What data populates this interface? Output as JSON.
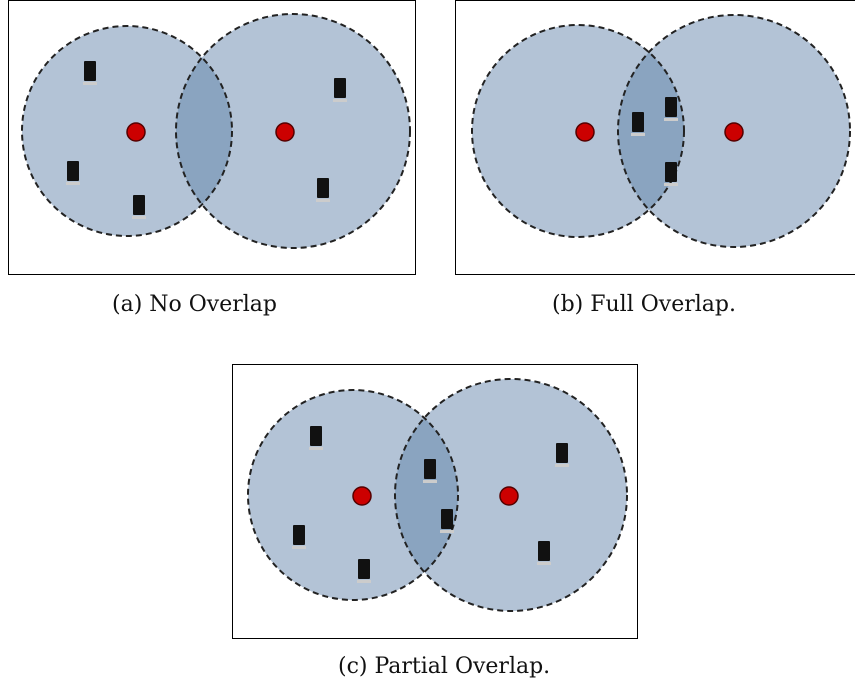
{
  "colors": {
    "circle_fill": "#b3c3d6",
    "overlap_fill": "#8aa4c0",
    "circle_stroke": "#222222",
    "node_red": "#cc0000",
    "device_black": "#111111"
  },
  "icons": [
    "base-station-dot",
    "sensor-device-icon"
  ],
  "panels": [
    {
      "id": "a",
      "caption": "(a) No Overlap"
    },
    {
      "id": "b",
      "caption": "(b) Full Overlap."
    },
    {
      "id": "c",
      "caption": "(c) Partial Overlap."
    }
  ]
}
